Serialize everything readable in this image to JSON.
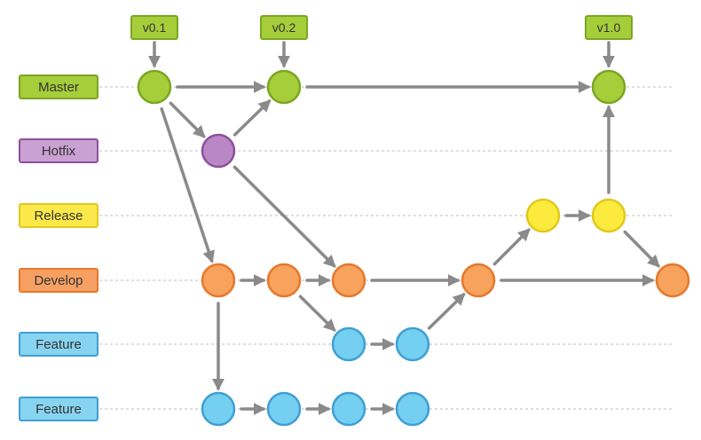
{
  "diagram": {
    "title": "",
    "colors": {
      "arrow": "#8a8a8a",
      "guide": "#bdbdbd",
      "master": {
        "fill": "#a6cd3a",
        "stroke": "#7ba623",
        "label_bg": "#a6cd3a"
      },
      "hotfix": {
        "fill": "#b987c4",
        "stroke": "#8e4f9e",
        "label_bg": "#c9a1d2"
      },
      "release": {
        "fill": "#fcea3d",
        "stroke": "#e1c81d",
        "label_bg": "#fbe84b"
      },
      "develop": {
        "fill": "#f7a25d",
        "stroke": "#e6782b",
        "label_bg": "#f6a064"
      },
      "feature": {
        "fill": "#74cff0",
        "stroke": "#3f9fd4",
        "label_bg": "#87d4f0"
      }
    },
    "lanes": [
      {
        "id": "master",
        "label": "Master",
        "kind": "master"
      },
      {
        "id": "hotfix",
        "label": "Hotfix",
        "kind": "hotfix"
      },
      {
        "id": "release",
        "label": "Release",
        "kind": "release"
      },
      {
        "id": "develop",
        "label": "Develop",
        "kind": "develop"
      },
      {
        "id": "feature1",
        "label": "Feature",
        "kind": "feature"
      },
      {
        "id": "feature2",
        "label": "Feature",
        "kind": "feature"
      }
    ],
    "commits": [
      {
        "id": "m1",
        "lane": "master"
      },
      {
        "id": "m2",
        "lane": "master"
      },
      {
        "id": "m3",
        "lane": "master"
      },
      {
        "id": "h1",
        "lane": "hotfix"
      },
      {
        "id": "r1",
        "lane": "release"
      },
      {
        "id": "r2",
        "lane": "release"
      },
      {
        "id": "d1",
        "lane": "develop"
      },
      {
        "id": "d2",
        "lane": "develop"
      },
      {
        "id": "d3",
        "lane": "develop"
      },
      {
        "id": "d4",
        "lane": "develop"
      },
      {
        "id": "d5",
        "lane": "develop"
      },
      {
        "id": "f1a",
        "lane": "feature1"
      },
      {
        "id": "f1b",
        "lane": "feature1"
      },
      {
        "id": "f2a",
        "lane": "feature2"
      },
      {
        "id": "f2b",
        "lane": "feature2"
      },
      {
        "id": "f2c",
        "lane": "feature2"
      },
      {
        "id": "f2d",
        "lane": "feature2"
      }
    ],
    "tags": [
      {
        "label": "v0.1",
        "commit": "m1"
      },
      {
        "label": "v0.2",
        "commit": "m2"
      },
      {
        "label": "v1.0",
        "commit": "m3"
      }
    ],
    "edges": [
      {
        "from": "m1",
        "to": "m2"
      },
      {
        "from": "m2",
        "to": "m3"
      },
      {
        "from": "m1",
        "to": "h1"
      },
      {
        "from": "h1",
        "to": "m2"
      },
      {
        "from": "m1",
        "to": "d1"
      },
      {
        "from": "h1",
        "to": "d3"
      },
      {
        "from": "d1",
        "to": "d2"
      },
      {
        "from": "d2",
        "to": "d3"
      },
      {
        "from": "d3",
        "to": "d4"
      },
      {
        "from": "d4",
        "to": "d5"
      },
      {
        "from": "d2",
        "to": "f1a"
      },
      {
        "from": "f1a",
        "to": "f1b"
      },
      {
        "from": "f1b",
        "to": "d4"
      },
      {
        "from": "d1",
        "to": "f2a"
      },
      {
        "from": "f2a",
        "to": "f2b"
      },
      {
        "from": "f2b",
        "to": "f2c"
      },
      {
        "from": "f2c",
        "to": "f2d"
      },
      {
        "from": "d4",
        "to": "r1"
      },
      {
        "from": "r1",
        "to": "r2"
      },
      {
        "from": "r2",
        "to": "m3"
      },
      {
        "from": "r2",
        "to": "d5"
      }
    ]
  }
}
